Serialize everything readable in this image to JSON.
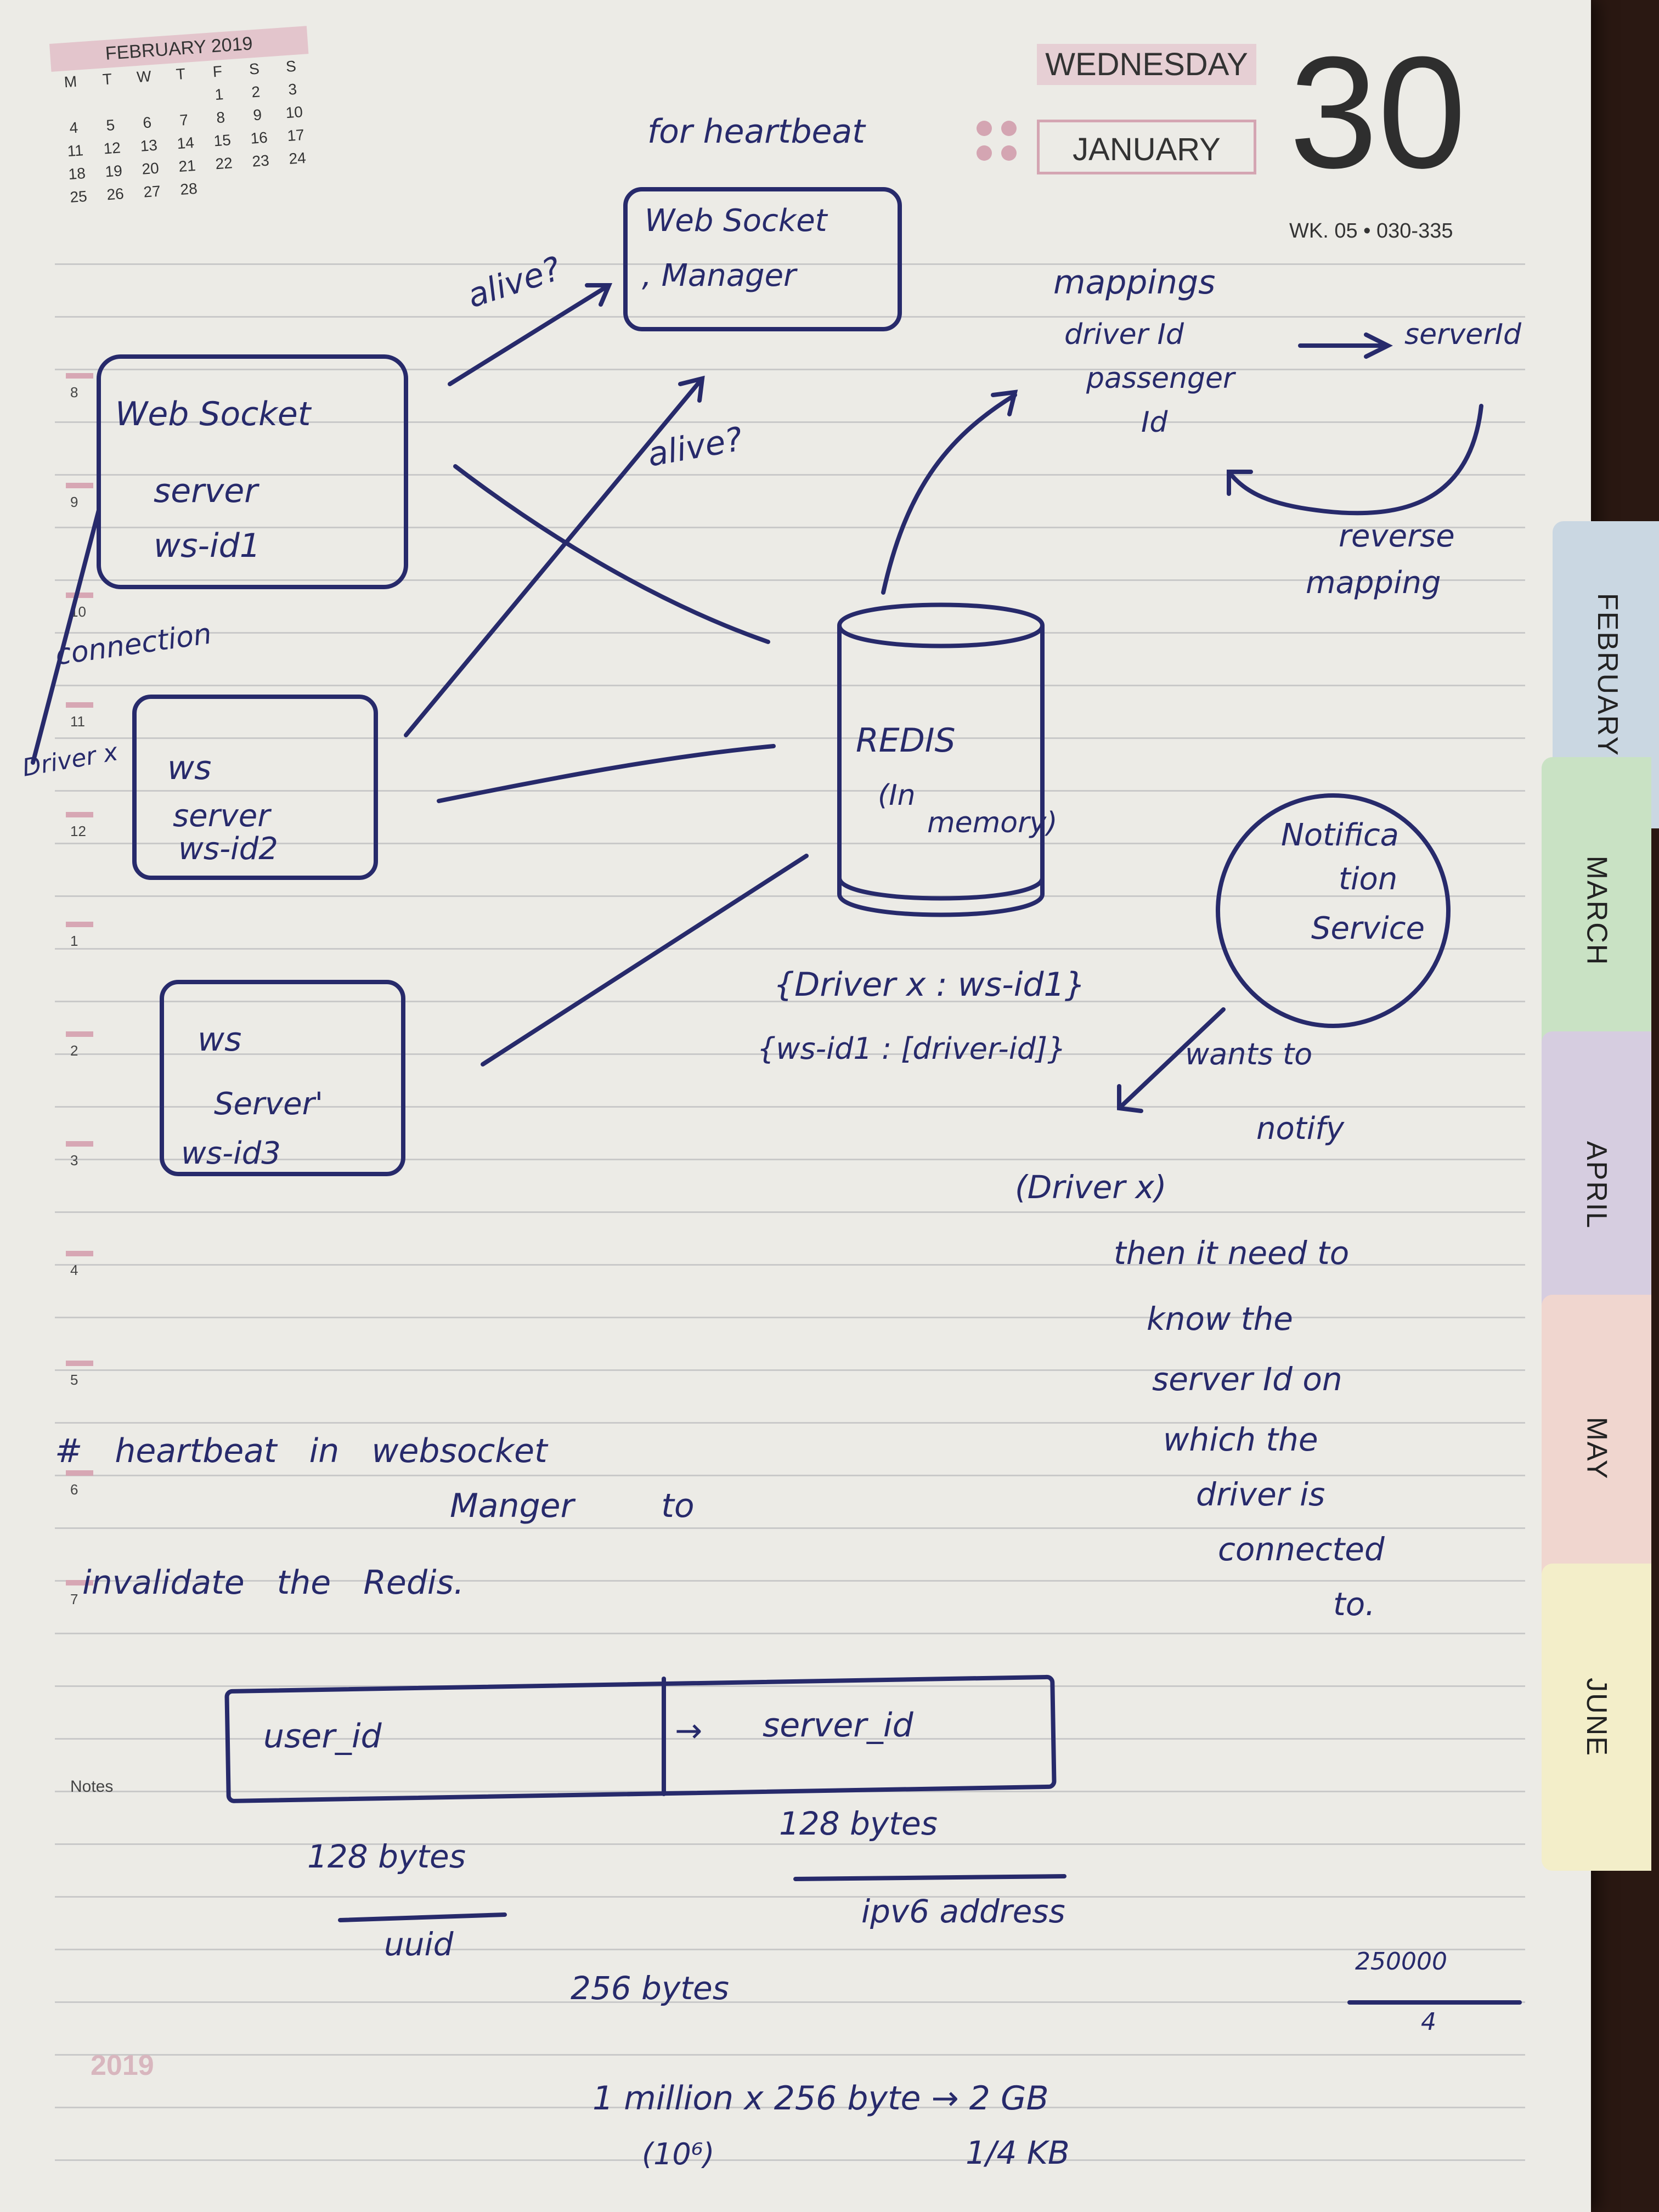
{
  "planner": {
    "calendar": {
      "month_title": "FEBRUARY 2019",
      "weekdays": [
        "M",
        "T",
        "W",
        "T",
        "F",
        "S",
        "S"
      ],
      "weeks": [
        [
          "",
          "",
          "",
          "",
          "1",
          "2",
          "3"
        ],
        [
          "4",
          "5",
          "6",
          "7",
          "8",
          "9",
          "10"
        ],
        [
          "11",
          "12",
          "13",
          "14",
          "15",
          "16",
          "17"
        ],
        [
          "18",
          "19",
          "20",
          "21",
          "22",
          "23",
          "24"
        ],
        [
          "25",
          "26",
          "27",
          "28",
          "",
          "",
          ""
        ]
      ]
    },
    "day_name": "WEDNESDAY",
    "month_name": "JANUARY",
    "day_number": "30",
    "week_info": "WK. 05 • 030-335",
    "hour_labels": [
      "8",
      "9",
      "10",
      "11",
      "12",
      "1",
      "2",
      "3",
      "4",
      "5",
      "6",
      "7"
    ],
    "notes_label": "Notes",
    "year_stamp": "2019",
    "tabs": [
      "FEBRUARY",
      "MARCH",
      "APRIL",
      "MAY",
      "JUNE"
    ]
  },
  "notes": {
    "heartbeat_title": "for heartbeat",
    "wsm_line1": "Web Socket",
    "wsm_line2": ", Manager",
    "alive_1": "alive?",
    "alive_2": "alive?",
    "mappings": "mappings",
    "driver_id": "driver Id",
    "passenger_id_1": "passenger",
    "passenger_id_2": "Id",
    "server_id": "serverId",
    "reverse_mapping_1": "reverse",
    "reverse_mapping_2": "mapping",
    "ws1_line1": "Web Socket",
    "ws1_line2": "server",
    "ws1_line3": "ws-id1",
    "connection": "connection",
    "driver_x": "Driver x",
    "ws2_line1": "ws",
    "ws2_line2": "server",
    "ws2_line3": "ws-id2",
    "ws3_line1": "ws",
    "ws3_line2": "Server'",
    "ws3_line3": "ws-id3",
    "redis_line1": "REDIS",
    "redis_line2": "(In",
    "redis_line3": "memory)",
    "notif_line1": "Notifica",
    "notif_line2": "tion",
    "notif_line3": "Service",
    "map_1": "{Driver x : ws-id1}",
    "map_2": "{ws-id1 : [driver-id]}",
    "wants_to": "wants to",
    "notify": "notify",
    "driver_paren": "(Driver x)",
    "then_1": "then it need to",
    "then_2": "know the",
    "then_3": "server Id on",
    "then_4": "which the",
    "then_5": "driver is",
    "then_6": "connected",
    "then_7": "to.",
    "heartbeat_line1": "# heartbeat in websocket",
    "heartbeat_line2": "Manger to",
    "heartbeat_line3": "invalidate the Redis.",
    "box_user_id": "user_id",
    "box_arrow": "→",
    "box_server_id": "server_id",
    "bytes_1": "128 bytes",
    "uuid": "uuid",
    "bytes_2": "128 bytes",
    "ipv6": "ipv6 address",
    "bytes_256": "256 bytes",
    "frac_top": "250000",
    "frac_bottom": "4",
    "calc": "1 million x 256 byte → 2 GB",
    "ten_six": "(10⁶)",
    "quarter_kb": "1/4 KB"
  }
}
